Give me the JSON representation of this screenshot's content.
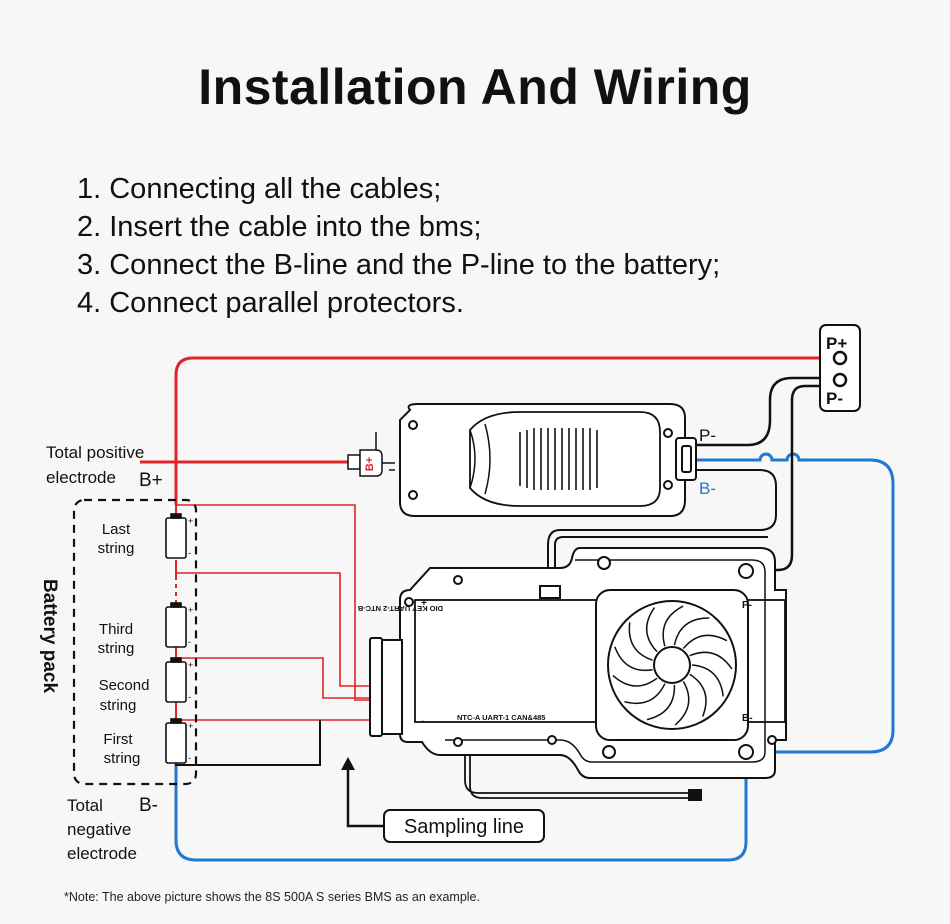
{
  "title": "Installation And Wiring",
  "steps": [
    "1. Connecting all the cables;",
    "2. Insert the cable into the bms;",
    "3. Connect the B-line and the P-line to the battery;",
    "4. Connect parallel protectors."
  ],
  "labels": {
    "total_positive": "Total positive",
    "electrode": "electrode",
    "b_plus": "B+",
    "b_minus": "B-",
    "total": "Total",
    "negative": "negative",
    "electrode2": "electrode",
    "battery_pack": "Battery pack",
    "last": "Last",
    "third": "Third",
    "second": "Second",
    "first": "First",
    "string": "string",
    "p_plus": "P+",
    "p_minus": "P-",
    "p_minus_small": "P-",
    "b_minus_blue": "B-",
    "sampling_line": "Sampling line",
    "bplus_tag": "B+",
    "port_top": "DIO  KEY  UART-2  NTC-B",
    "port_bottom": "NTC-A  UART-1  CAN&485",
    "board_p_minus": "P-",
    "board_b_minus": "B-",
    "board_plus": "+",
    "board_minus": "-"
  },
  "colors": {
    "red": "#e0242a",
    "blue": "#1f78d1",
    "black": "#111111"
  },
  "note": "*Note: The above picture shows the 8S 500A S series BMS as an example."
}
